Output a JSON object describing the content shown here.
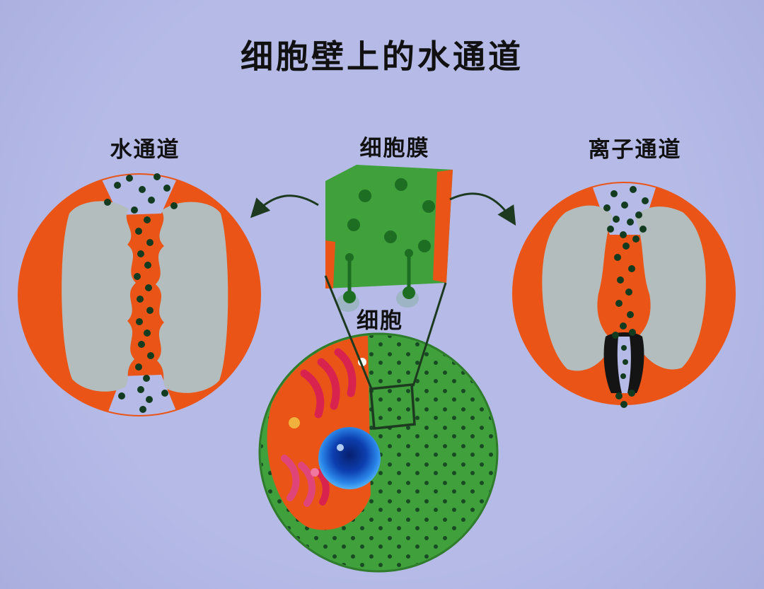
{
  "title": "细胞壁上的水通道",
  "labels": {
    "water_channel": "水通道",
    "membrane": "细胞膜",
    "ion_channel": "离子通道",
    "cell": "细胞"
  },
  "colors": {
    "background": "#b5bae7",
    "orange": "#ea5517",
    "gray": "#b3bdbd",
    "green": "#3fa03c",
    "dot": "#123b20",
    "line": "#1d3a20",
    "protein": "#1d6e22",
    "patch": "#9cb4c4",
    "nucleus_outer": "#3fa0f0",
    "nucleus_inner": "#082a88",
    "organelle": "#d9234f",
    "organelle_light": "#e0457a",
    "slit": "#141414",
    "text": "#111111"
  }
}
